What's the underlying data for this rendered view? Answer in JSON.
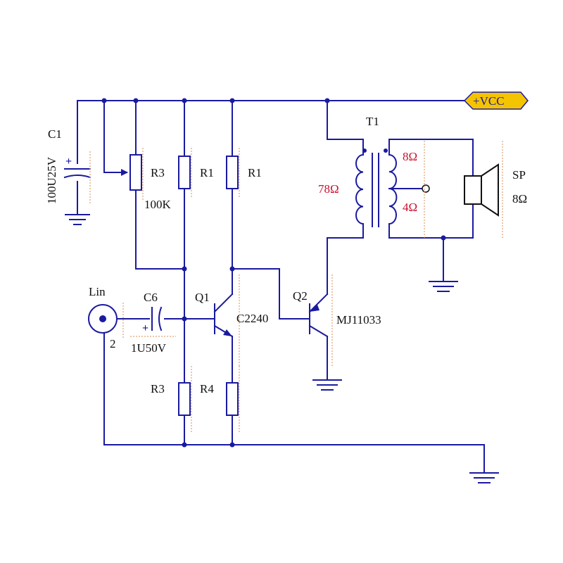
{
  "colors": {
    "wire": "#1a1aa0",
    "label": "#111111",
    "value_red": "#c8102e",
    "port_fill": "#f5c400"
  },
  "power_port": {
    "label": "+VCC"
  },
  "components": {
    "c1": {
      "ref": "C1",
      "value": "100U25V"
    },
    "r3_pot": {
      "ref": "R3",
      "value": "100K"
    },
    "r1_left": {
      "ref": "R1"
    },
    "r1_right": {
      "ref": "R1"
    },
    "t1": {
      "ref": "T1",
      "primary": "78Ω",
      "secondary_top": "8Ω",
      "secondary_bottom": "4Ω"
    },
    "speaker": {
      "ref": "SP",
      "value": "8Ω"
    },
    "input": {
      "ref": "Lin",
      "pin": "2"
    },
    "c6": {
      "ref": "C6",
      "value": "1U50V"
    },
    "q1": {
      "ref": "Q1",
      "value": "C2240"
    },
    "q2": {
      "ref": "Q2",
      "value": "MJ11033"
    },
    "r3_bottom": {
      "ref": "R3"
    },
    "r4": {
      "ref": "R4"
    }
  },
  "symbols": {
    "cap_plus": "+",
    "c6_plus": "+"
  }
}
